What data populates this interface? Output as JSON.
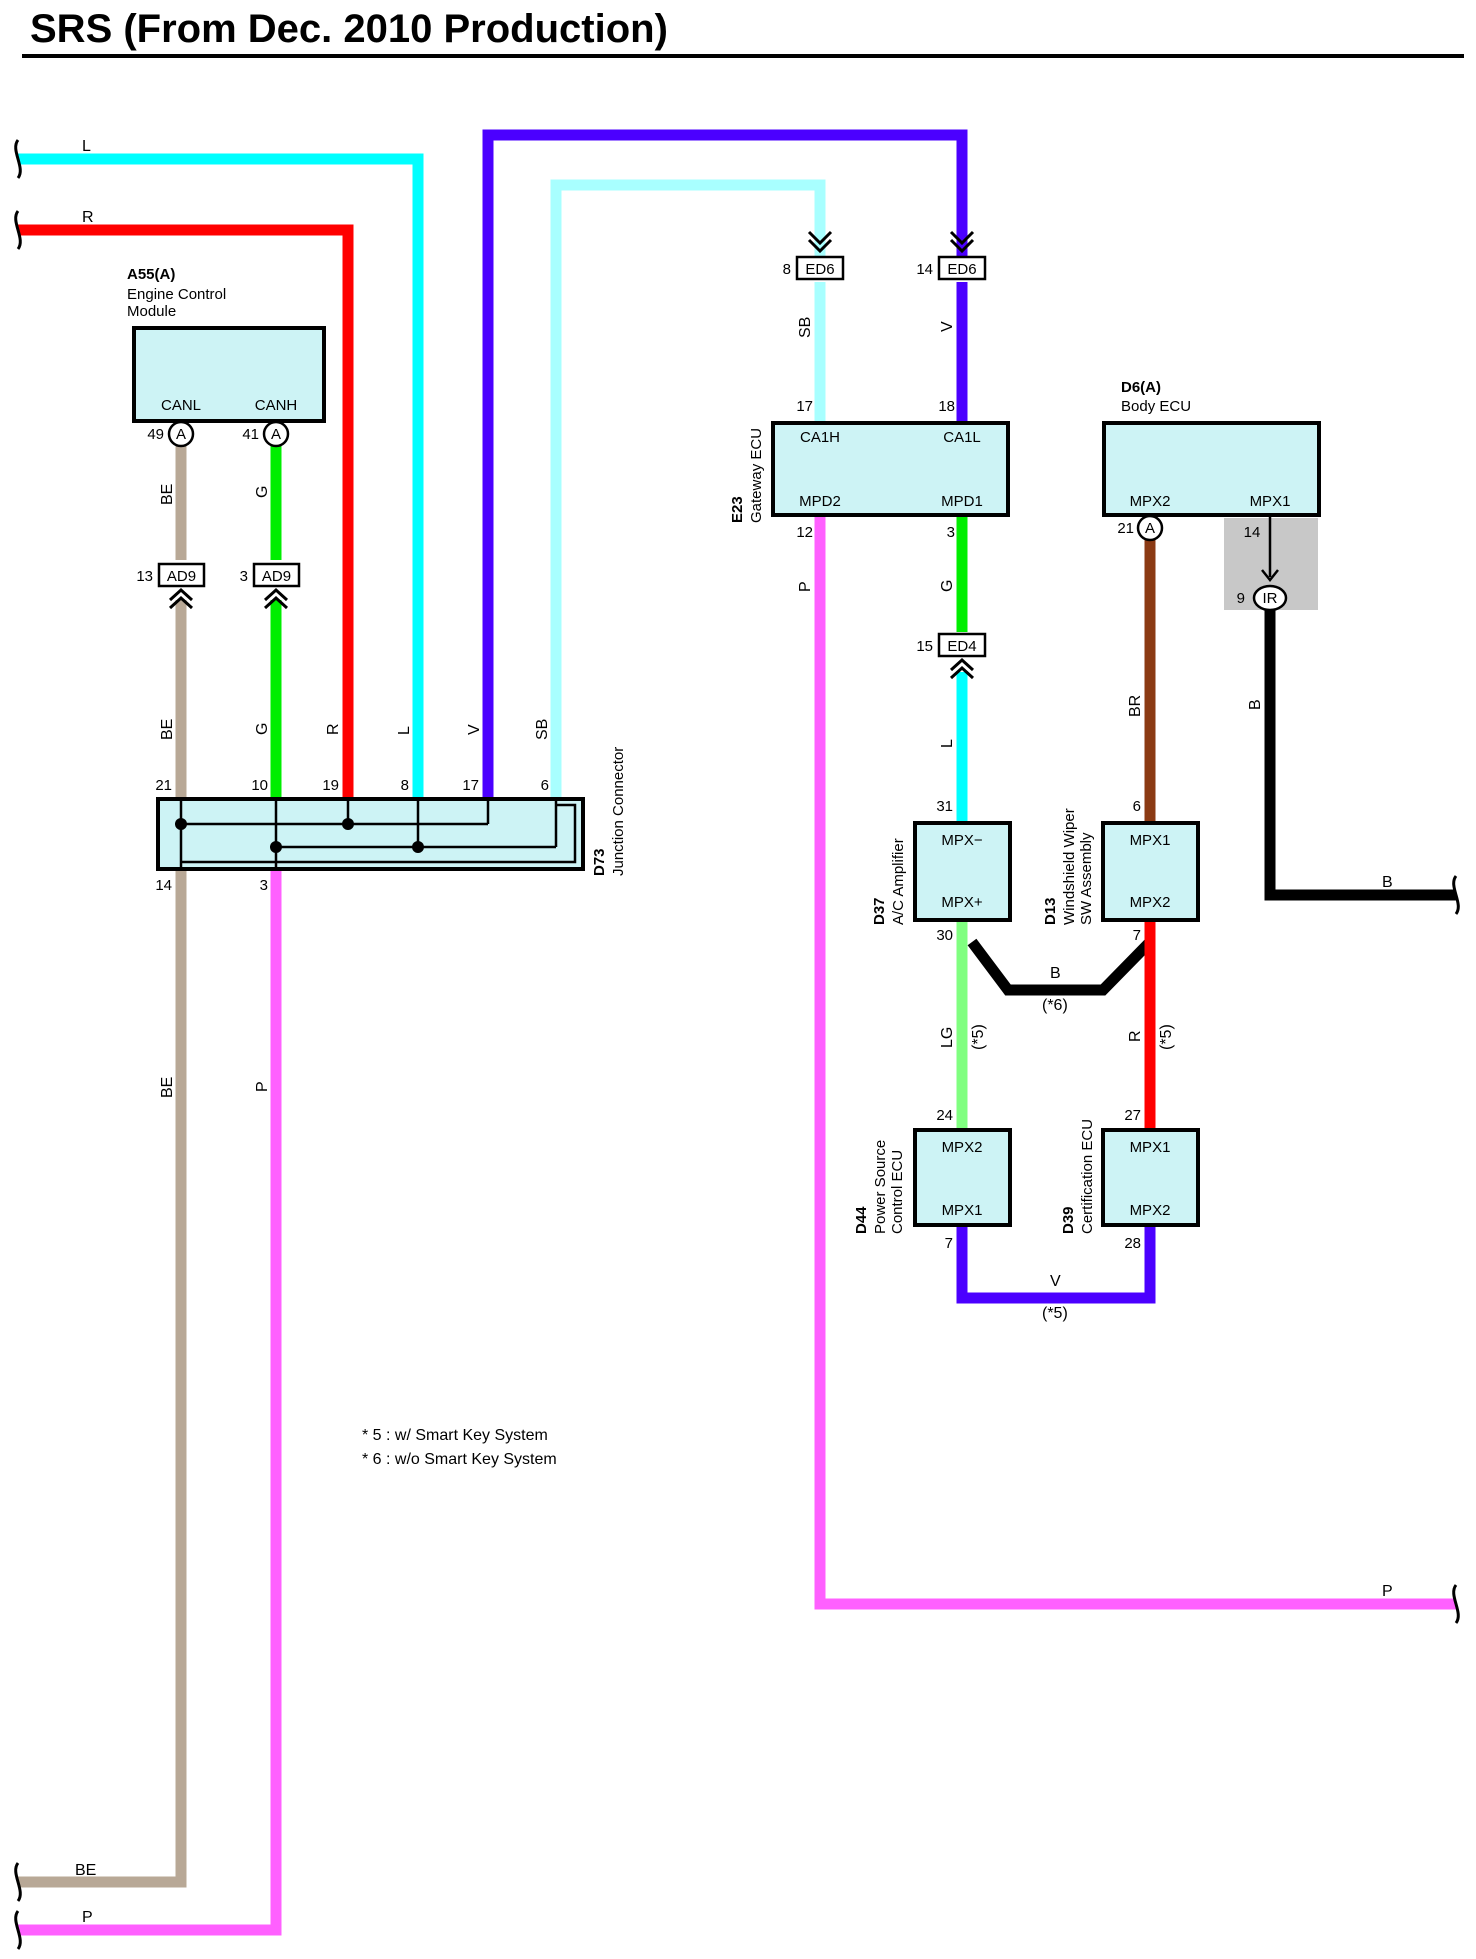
{
  "title": "SRS (From Dec. 2010 Production)",
  "colors": {
    "L": "#00ffff",
    "R": "#ff0000",
    "V": "#4b00ff",
    "SB": "#a8ffff",
    "BE": "#b8a896",
    "G": "#00ee00",
    "P": "#ff60ff",
    "BR": "#8b3a14",
    "B": "#000000",
    "LG": "#80ff80",
    "component_fill": "#cdf3f5",
    "shade": "#c8c8c8"
  },
  "wire_codes": {
    "l_top": "L",
    "r_top": "R",
    "be_left": "BE",
    "g_left": "G",
    "r_mid": "R",
    "l_mid": "L",
    "v_mid": "V",
    "sb_mid": "SB",
    "be_d73": "BE",
    "be_bottom_mid": "BE",
    "be_bottom": "BE",
    "p_mid": "P",
    "p_bottom": "P",
    "sb_e23": "SB",
    "v_e23": "V",
    "p_e23": "P",
    "p_right": "P",
    "g_e23": "G",
    "l_d37": "L",
    "b_d37": "B",
    "lg_d37": "LG",
    "br_d6": "BR",
    "b_d6": "B",
    "b_right": "B",
    "r_d13": "R",
    "v_d44": "V"
  },
  "notes": {
    "star5_paren": "(*5)",
    "star6_paren": "(*6)",
    "legend_5": "* 5 : w/ Smart Key System",
    "legend_6": "* 6 : w/o Smart Key System"
  },
  "components": {
    "a55": {
      "id": "A55(A)",
      "name_line1": "Engine Control",
      "name_line2": "Module",
      "term1": "CANL",
      "term2": "CANH",
      "pin1": "49",
      "pin2": "41",
      "circle": "A"
    },
    "d73": {
      "id": "D73",
      "name": "Junction Connector",
      "pins_top": [
        "21",
        "10",
        "19",
        "8",
        "17",
        "6"
      ],
      "pins_bottom": [
        "14",
        "3"
      ]
    },
    "e23": {
      "id": "E23",
      "name": "Gateway ECU",
      "term_tl": "CA1H",
      "term_tr": "CA1L",
      "term_bl": "MPD2",
      "term_br": "MPD1",
      "pin_tl": "17",
      "pin_tr": "18",
      "pin_bl": "12",
      "pin_br": "3"
    },
    "d6": {
      "id": "D6(A)",
      "name": "Body ECU",
      "term1": "MPX2",
      "term2": "MPX1",
      "pin1": "21",
      "pin2": "14",
      "circle": "A"
    },
    "d37": {
      "id": "D37",
      "name": "A/C Amplifier",
      "term_top": "MPX−",
      "term_bottom": "MPX+",
      "pin_top": "31",
      "pin_bottom": "30"
    },
    "d13": {
      "id": "D13",
      "name_line1": "Windshield Wiper",
      "name_line2": "SW Assembly",
      "term_top": "MPX1",
      "term_bottom": "MPX2",
      "pin_top": "6",
      "pin_bottom": "7"
    },
    "d44": {
      "id": "D44",
      "name_line1": "Power Source",
      "name_line2": "Control ECU",
      "term_top": "MPX2",
      "term_bottom": "MPX1",
      "pin_top": "24",
      "pin_bottom": "7"
    },
    "d39": {
      "id": "D39",
      "name": "Certification ECU",
      "term_top": "MPX1",
      "term_bottom": "MPX2",
      "pin_top": "27",
      "pin_bottom": "28"
    }
  },
  "connectors": {
    "ad9_a": {
      "code": "AD9",
      "pin": "13"
    },
    "ad9_b": {
      "code": "AD9",
      "pin": "3"
    },
    "ed6_a": {
      "code": "ED6",
      "pin": "8"
    },
    "ed6_b": {
      "code": "ED6",
      "pin": "14"
    },
    "ed4": {
      "code": "ED4",
      "pin": "15"
    },
    "ir": {
      "code": "IR",
      "pin": "9"
    }
  }
}
